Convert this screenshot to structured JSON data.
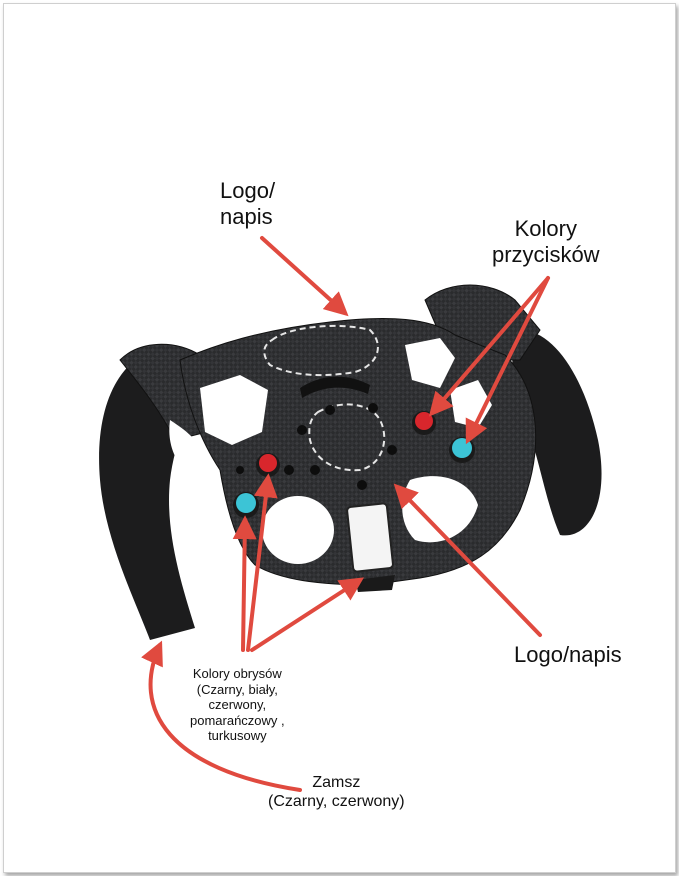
{
  "labels": {
    "logo_top": [
      "Logo/",
      "napis"
    ],
    "button_colors": [
      "Kolory",
      "przycisków"
    ],
    "logo_bottom": "Logo/napis",
    "outline_colors": [
      "Kolory obrysów",
      "(Czarny, biały,",
      "czerwony,",
      "pomarańczowy ,",
      "turkusowy"
    ],
    "suede": [
      "Zamsz",
      "(Czarny, czerwony)"
    ]
  },
  "colors": {
    "arrow": "#e04a3f",
    "carbon": "#2b2c2e",
    "suede": "#1b1b1c",
    "button_red": "#d8262c",
    "button_teal": "#3cc4d6"
  }
}
